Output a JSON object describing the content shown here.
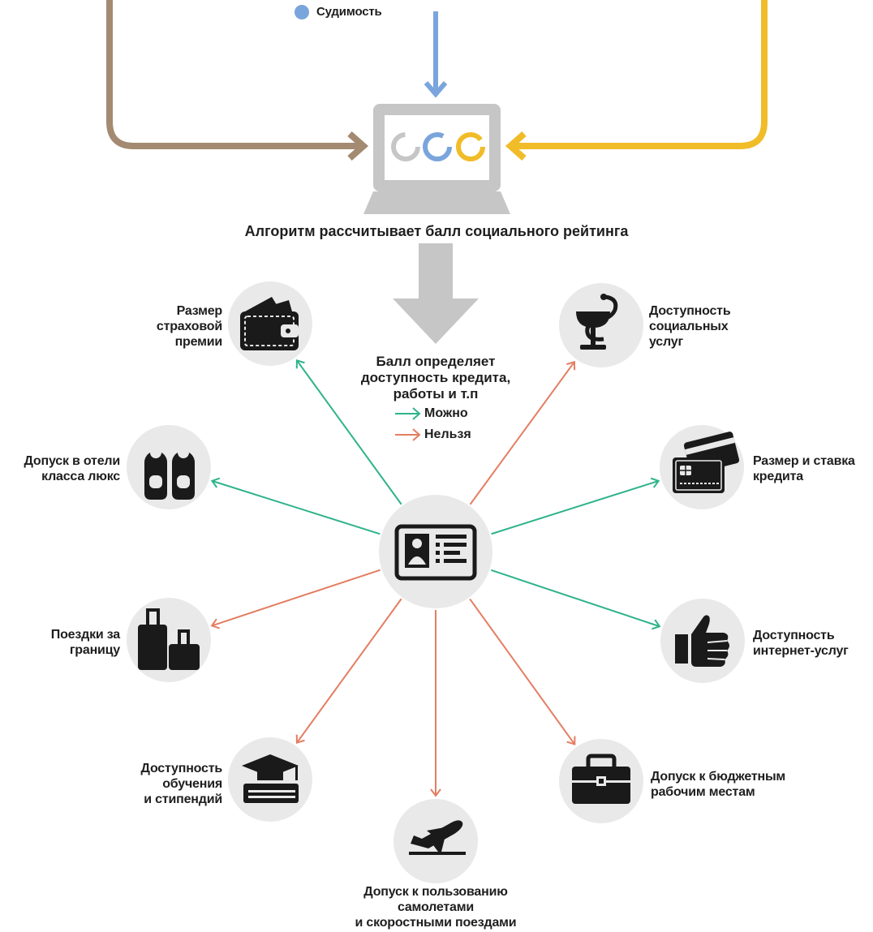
{
  "top_legend": {
    "label": "Судимость",
    "color": "#7aa5dc"
  },
  "algorithm_title": "Алгоритм рассчитывает балл социального рейтинга",
  "score_text": [
    "Балл определяет",
    "доступность кредита,",
    "работы и т.п"
  ],
  "legend": {
    "allowed": "Можно",
    "forbidden": "Нельзя"
  },
  "colors": {
    "brown": "#a38a71",
    "blue": "#7aa5dc",
    "yellow": "#f0bc28",
    "allowed": "#2fb38c",
    "forbidden": "#e47d62",
    "gray": "#c6c6c6",
    "circle": "#e9e9e9",
    "icon": "#1a1a1a"
  },
  "nodes": [
    {
      "id": "insurance",
      "icon": "wallet-icon",
      "status": "allowed",
      "lines": [
        "Размер",
        "страховой",
        "премии"
      ]
    },
    {
      "id": "hotels",
      "icon": "door-hanger-icon",
      "status": "allowed",
      "lines": [
        "Допуск в отели",
        "класса люкс"
      ]
    },
    {
      "id": "travel",
      "icon": "luggage-icon",
      "status": "forbidden",
      "lines": [
        "Поездки за",
        "границу"
      ]
    },
    {
      "id": "education",
      "icon": "graduation-cap-icon",
      "status": "forbidden",
      "lines": [
        "Доступность",
        "обучения",
        "и стипендий"
      ]
    },
    {
      "id": "transport",
      "icon": "airplane-icon",
      "status": "forbidden",
      "lines": [
        "Допуск к пользованию",
        "самолетами",
        "и скоростными поездами"
      ]
    },
    {
      "id": "jobs",
      "icon": "briefcase-icon",
      "status": "forbidden",
      "lines": [
        "Допуск к бюджетным",
        "рабочим местам"
      ]
    },
    {
      "id": "internet",
      "icon": "thumbs-up-icon",
      "status": "allowed",
      "lines": [
        "Доступность",
        "интернет-услуг"
      ]
    },
    {
      "id": "credit",
      "icon": "credit-card-icon",
      "status": "allowed",
      "lines": [
        "Размер и ставка",
        "кредита"
      ]
    },
    {
      "id": "social",
      "icon": "medicine-icon",
      "status": "forbidden",
      "lines": [
        "Доступность",
        "социальных",
        "услуг"
      ]
    }
  ]
}
